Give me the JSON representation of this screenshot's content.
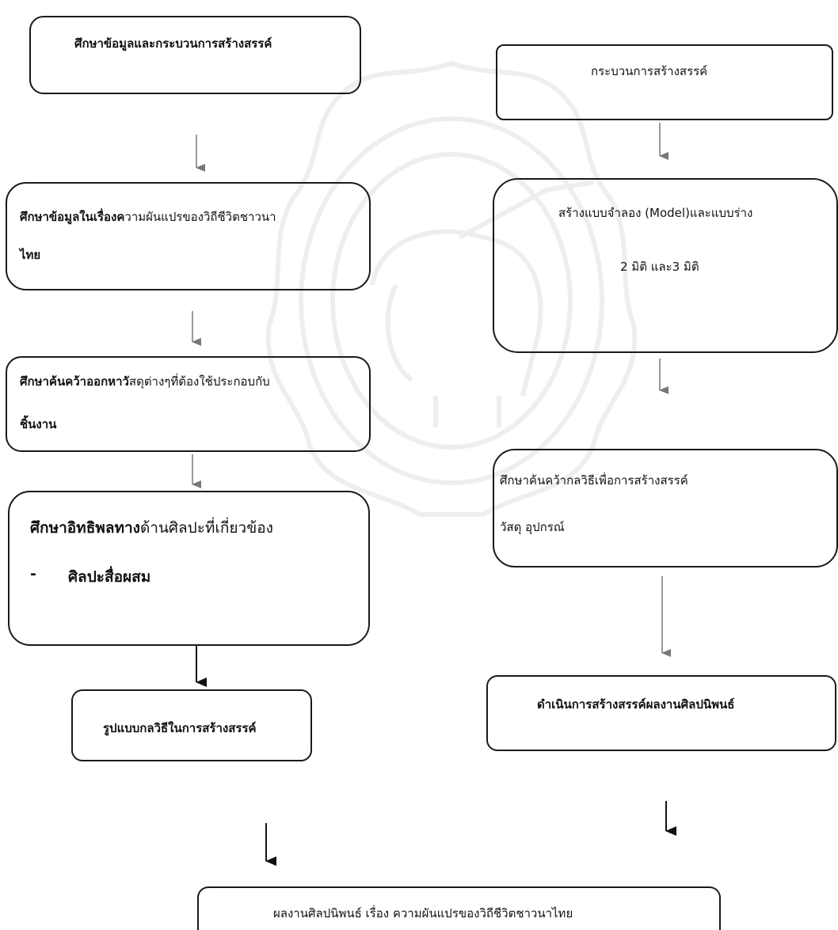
{
  "left": {
    "study_info": "ศึกษาข้อมูลและกระบวนการสร้างสรรค์",
    "change_study": {
      "bold_part": "ศึกษาข้อมูลในเรื่องค",
      "rest": "วามผันแปรของวิถีชีวิตชาวนา",
      "line2": "ไทย"
    },
    "materials_study": {
      "bold_part": "ศึกษาค้นคว้าออกหาวั",
      "rest": "สดุต่างๆที่ต้องใช้ประกอบกับ",
      "line2": "ชิ้นงาน"
    },
    "art_influence": {
      "bold_part": "ศึกษาอิทธิพลทาง",
      "rest": "ด้านศิลปะที่เกี่ยวข้อง",
      "dash": "-",
      "item": "ศิลปะสื่อผสม"
    },
    "technique": "รูปแบบกลวิธีในการสร้างสรรค์"
  },
  "right": {
    "process": "กระบวนการสร้างสรรค์",
    "model": {
      "line1": "สร้างแบบจำลอง (Model)และแบบร่าง",
      "line2": "2 มิติ และ3 มิติ"
    },
    "technique_study": {
      "line1": "ศึกษาค้นคว้ากลวิธีเพื่อการสร้างสรรค์",
      "line2": "วัสดุ อุปกรณ์"
    },
    "operation": "ดำเนินการสร้างสรรค์ผลงานศิลปนิพนธ์"
  },
  "final": "ผลงานศิลปนิพนธ์ เรื่อง ความผันแปรของวิถีชีวิตชาวนาไทย",
  "colors": {
    "border": "#1a1a1a",
    "arrow_dark": "#111111",
    "arrow_gray": "#777777",
    "watermark": "#808080"
  }
}
